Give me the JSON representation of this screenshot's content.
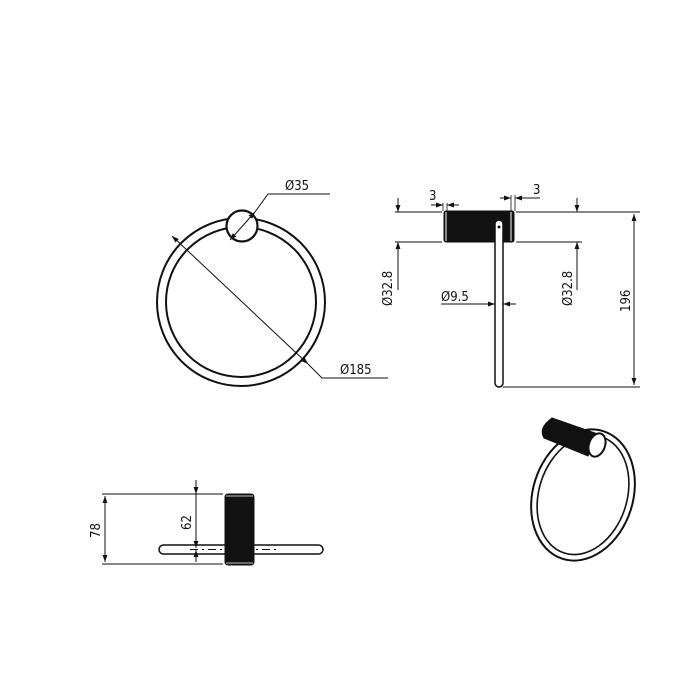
{
  "drawing": {
    "title": "Towel ring technical drawing",
    "colors": {
      "line": "#111111",
      "fill": "#111111",
      "background": "#ffffff"
    },
    "views": {
      "front": {
        "label": "front-view",
        "dimensions": {
          "mount_diameter": "Ø35",
          "ring_diameter": "Ø185"
        }
      },
      "side": {
        "label": "side-view",
        "dimensions": {
          "gap_left": "3",
          "gap_right": "3",
          "mount_diameter_left": "Ø32.8",
          "mount_diameter_right": "Ø32.8",
          "rod_diameter": "Ø9.5",
          "total_height": "196"
        }
      },
      "top": {
        "label": "top-view",
        "dimensions": {
          "depth_total": "78",
          "depth_to_center": "62"
        }
      },
      "isometric": {
        "label": "isometric-view"
      }
    }
  }
}
